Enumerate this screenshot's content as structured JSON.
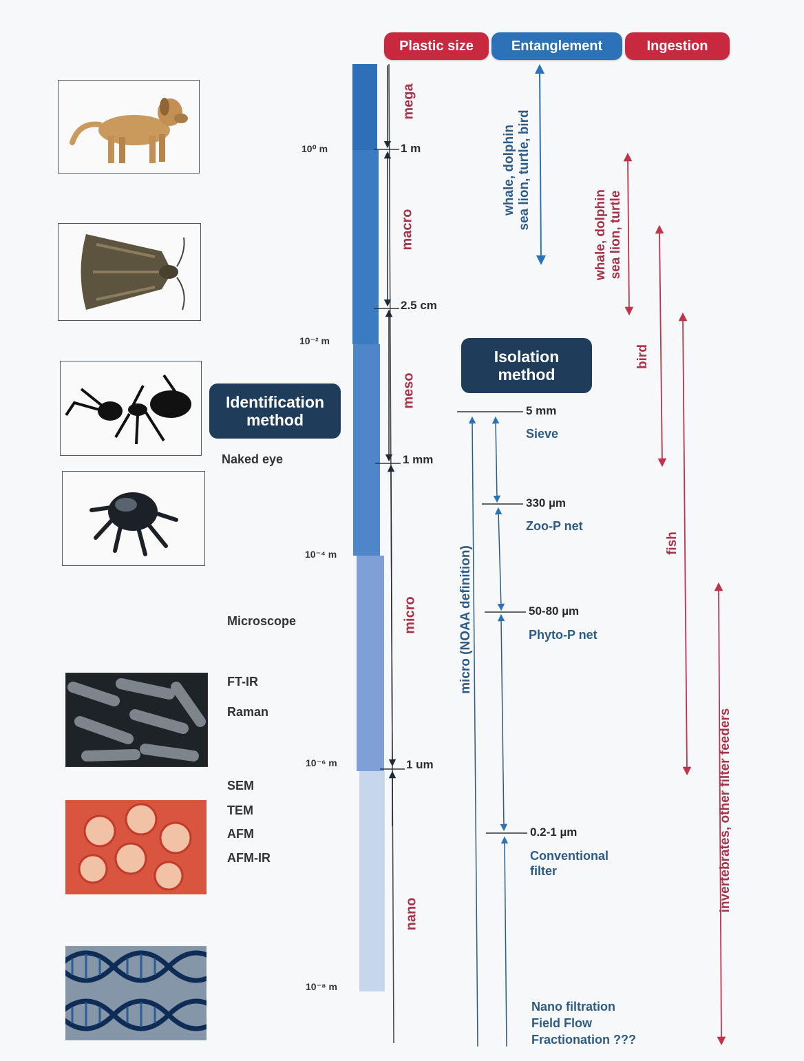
{
  "header": {
    "plastic_size": "Plastic size",
    "entanglement": "Entanglement",
    "ingestion": "Ingestion"
  },
  "colors": {
    "red_pill": "#c8293f",
    "blue_pill": "#2b72b9",
    "dark_box": "#1f3c5a",
    "red_text": "#a8324a",
    "blue_text": "#2e5b86"
  },
  "photos": [
    {
      "name": "dog-photo"
    },
    {
      "name": "moth-photo"
    },
    {
      "name": "ant-photo"
    },
    {
      "name": "mite-photo"
    },
    {
      "name": "bacteria-photo"
    },
    {
      "name": "virus-photo"
    },
    {
      "name": "dna-photo"
    }
  ],
  "identification": {
    "title": "Identification\nmethod",
    "naked_eye": "Naked eye",
    "microscope": "Microscope",
    "ftir": "FT-IR",
    "raman": "Raman",
    "sem": "SEM",
    "tem": "TEM",
    "afm": "AFM",
    "afm_ir": "AFM-IR"
  },
  "scale_exponents": {
    "e0": "10⁰ m",
    "e2": "10⁻² m",
    "e4": "10⁻⁴ m",
    "e6": "10⁻⁶ m",
    "e8": "10⁻⁸ m"
  },
  "categories": {
    "mega": "mega",
    "macro": "macro",
    "meso": "meso",
    "micro": "micro",
    "nano": "nano"
  },
  "boundaries": {
    "b1m": "1 m",
    "b25cm": "2.5 cm",
    "b1mm": "1 mm",
    "b1um": "1 um"
  },
  "isolation": {
    "title": "Isolation\nmethod",
    "noaa": "micro (NOAA definition)",
    "items": [
      {
        "size": "5 mm",
        "method": "Sieve"
      },
      {
        "size": "330 µm",
        "method": "Zoo-P net"
      },
      {
        "size": "50-80 µm",
        "method": "Phyto-P net"
      },
      {
        "size": "0.2-1 µm",
        "method": "Conventional\nfilter"
      }
    ],
    "nano_methods": "Nano filtration\nField Flow\nFractionation ???"
  },
  "entanglement_organisms": "whale, dolphin\nsea lion, turtle, bird",
  "ingestion_organisms": {
    "whale": "whale, dolphin\nsea lion, turtle",
    "bird": "bird",
    "fish": "fish",
    "invertebrates": "invertebrates, other filter feeders"
  }
}
